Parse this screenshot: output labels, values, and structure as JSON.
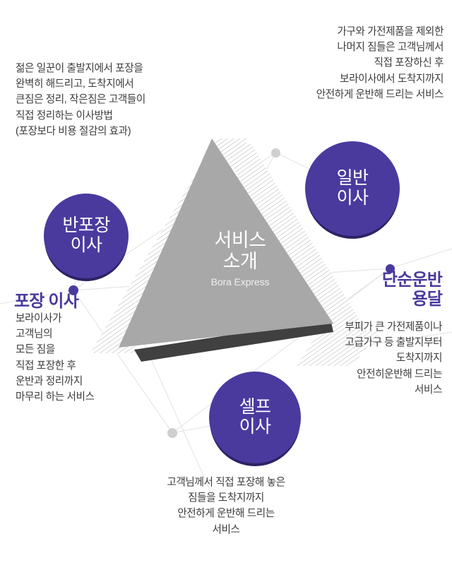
{
  "meta": {
    "brand_purple": "#4a3a9e",
    "brand_purple_dark": "#2e2266",
    "triangle_gray": "#a8a8a8",
    "triangle_shadow": "#404040",
    "body_text_color": "#3c3c3c",
    "line_color": "#e2e2e2"
  },
  "center": {
    "title": "서비스\n소개",
    "subtitle": "Bora Express"
  },
  "nodes": {
    "top_gray_dot": "gray-node-dot",
    "bottom_gray_dot": "gray-node-dot",
    "left_purple_dot": "purple-node-dot",
    "right_purple_dot": "purple-node-dot"
  },
  "services": {
    "banpojang": {
      "circle_label": "반포장\n이사",
      "description": "젊은 일꾼이 출발지에서 포장을\n완벽히 해드리고, 도착지에서\n큰짐은 정리, 작은짐은 고객들이\n직접 정리하는 이사방법\n(포장보다 비용 절감의 효과)"
    },
    "ilban": {
      "circle_label": "일반\n이사",
      "description": "가구와 가전제품을 제외한\n나머지 짐들은 고객님께서\n직접 포장하신 후\n보라이사에서 도착지까지\n안전하게 운반해 드리는 서비스"
    },
    "self": {
      "circle_label": "셀프\n이사",
      "description": "고객님께서 직접 포장해 놓은\n짐들을 도착지까지\n안전하게 운반해 드리는\n서비스"
    },
    "pojang": {
      "heading": "포장 이사",
      "description": "보라이사가\n고객님의\n모든 짐을\n직접 포장한 후\n운반과 정리까지\n 마무리 하는 서비스"
    },
    "dansun": {
      "heading": "단순운반\n용달",
      "description": "부피가 큰 가전제품이나\n고급가구 등 출발지부터\n도착지까지\n안전히운반해 드리는\n서비스"
    }
  }
}
